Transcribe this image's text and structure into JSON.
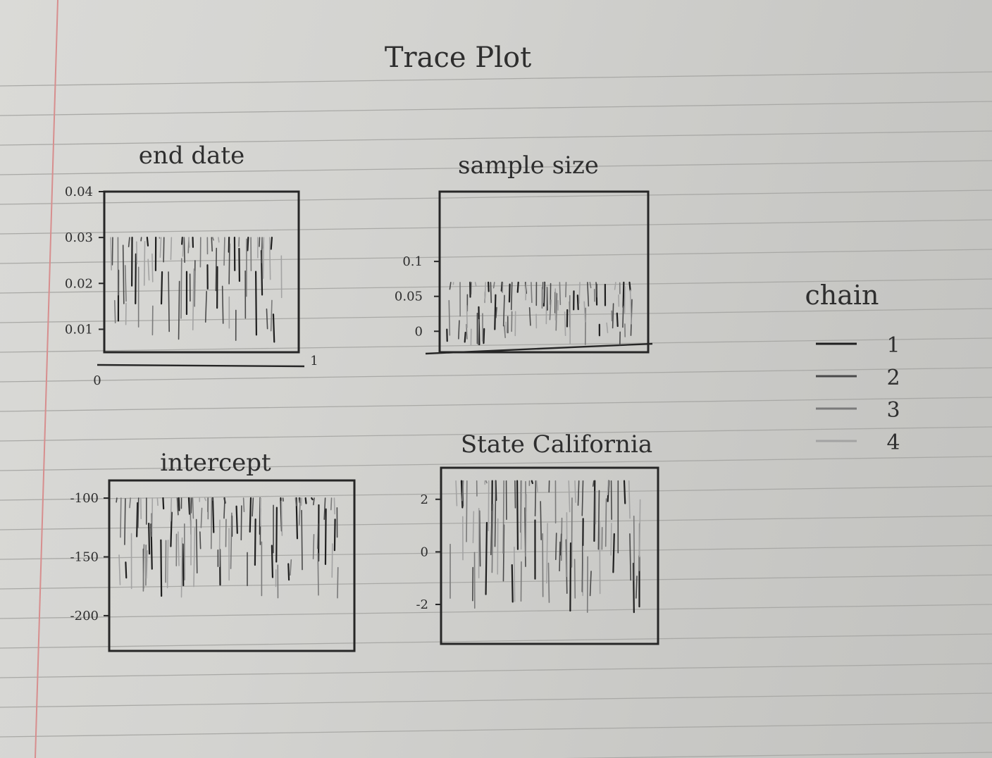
{
  "chart_data": {
    "title": "Trace Plot",
    "legend": {
      "title": "chain",
      "items": [
        "1",
        "2",
        "3",
        "4"
      ],
      "colors": [
        "#1f1f1f",
        "#4a4a4a",
        "#7a7a7a",
        "#a3a3a3"
      ]
    },
    "panels": [
      {
        "type": "line",
        "title": "end date",
        "ylim": [
          0.005,
          0.04
        ],
        "yticks": [
          "0.04",
          "0.03",
          "0.02",
          "0.01"
        ],
        "ytick_values": [
          0.04,
          0.03,
          0.02,
          0.01
        ],
        "xticks": [
          "0",
          "1"
        ],
        "xtick_values": [
          0,
          1
        ],
        "xlim": [
          0,
          1
        ],
        "band": [
          0.007,
          0.03
        ]
      },
      {
        "type": "line",
        "title": "sample size",
        "ylim": [
          -0.03,
          0.2
        ],
        "yticks": [
          "0.1",
          "0.05",
          "0"
        ],
        "ytick_values": [
          0.1,
          0.05,
          0
        ],
        "band": [
          -0.02,
          0.07
        ]
      },
      {
        "type": "line",
        "title": "intercept",
        "ylim": [
          -230,
          -85
        ],
        "yticks": [
          "-100",
          "-150",
          "-200"
        ],
        "ytick_values": [
          -100,
          -150,
          -200
        ],
        "band": [
          -185,
          -100
        ]
      },
      {
        "type": "line",
        "title": "State California",
        "ylim": [
          -3.5,
          3.2
        ],
        "yticks": [
          "2",
          "0",
          "-2"
        ],
        "ytick_values": [
          2,
          0,
          -2
        ],
        "band": [
          -2.3,
          2.7
        ]
      }
    ]
  }
}
